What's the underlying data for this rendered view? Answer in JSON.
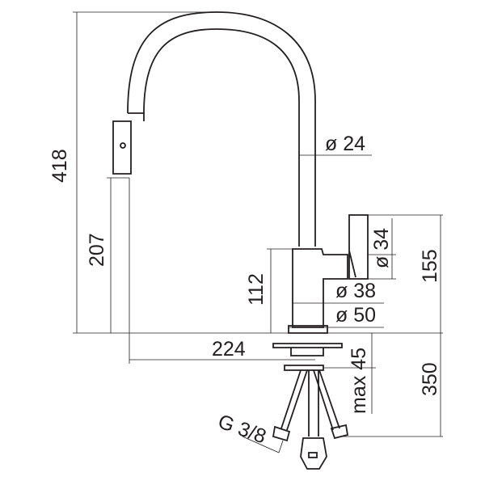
{
  "title": "Pull-down kitchen mixer dimension drawing",
  "colors": {
    "line": "#231f20",
    "background": "#ffffff"
  },
  "dimensions": {
    "total_height": "418",
    "spout_outlet_height": "207",
    "body_height": "112",
    "spout_reach": "224",
    "spout_diameter": "ø 24",
    "handle_diameter": "ø 34",
    "handle_top_height": "155",
    "body_diameter": "ø 38",
    "base_diameter": "ø 50",
    "max_deck_thickness": "max 45",
    "hose_length": "350",
    "connection_thread": "G 3/8"
  }
}
